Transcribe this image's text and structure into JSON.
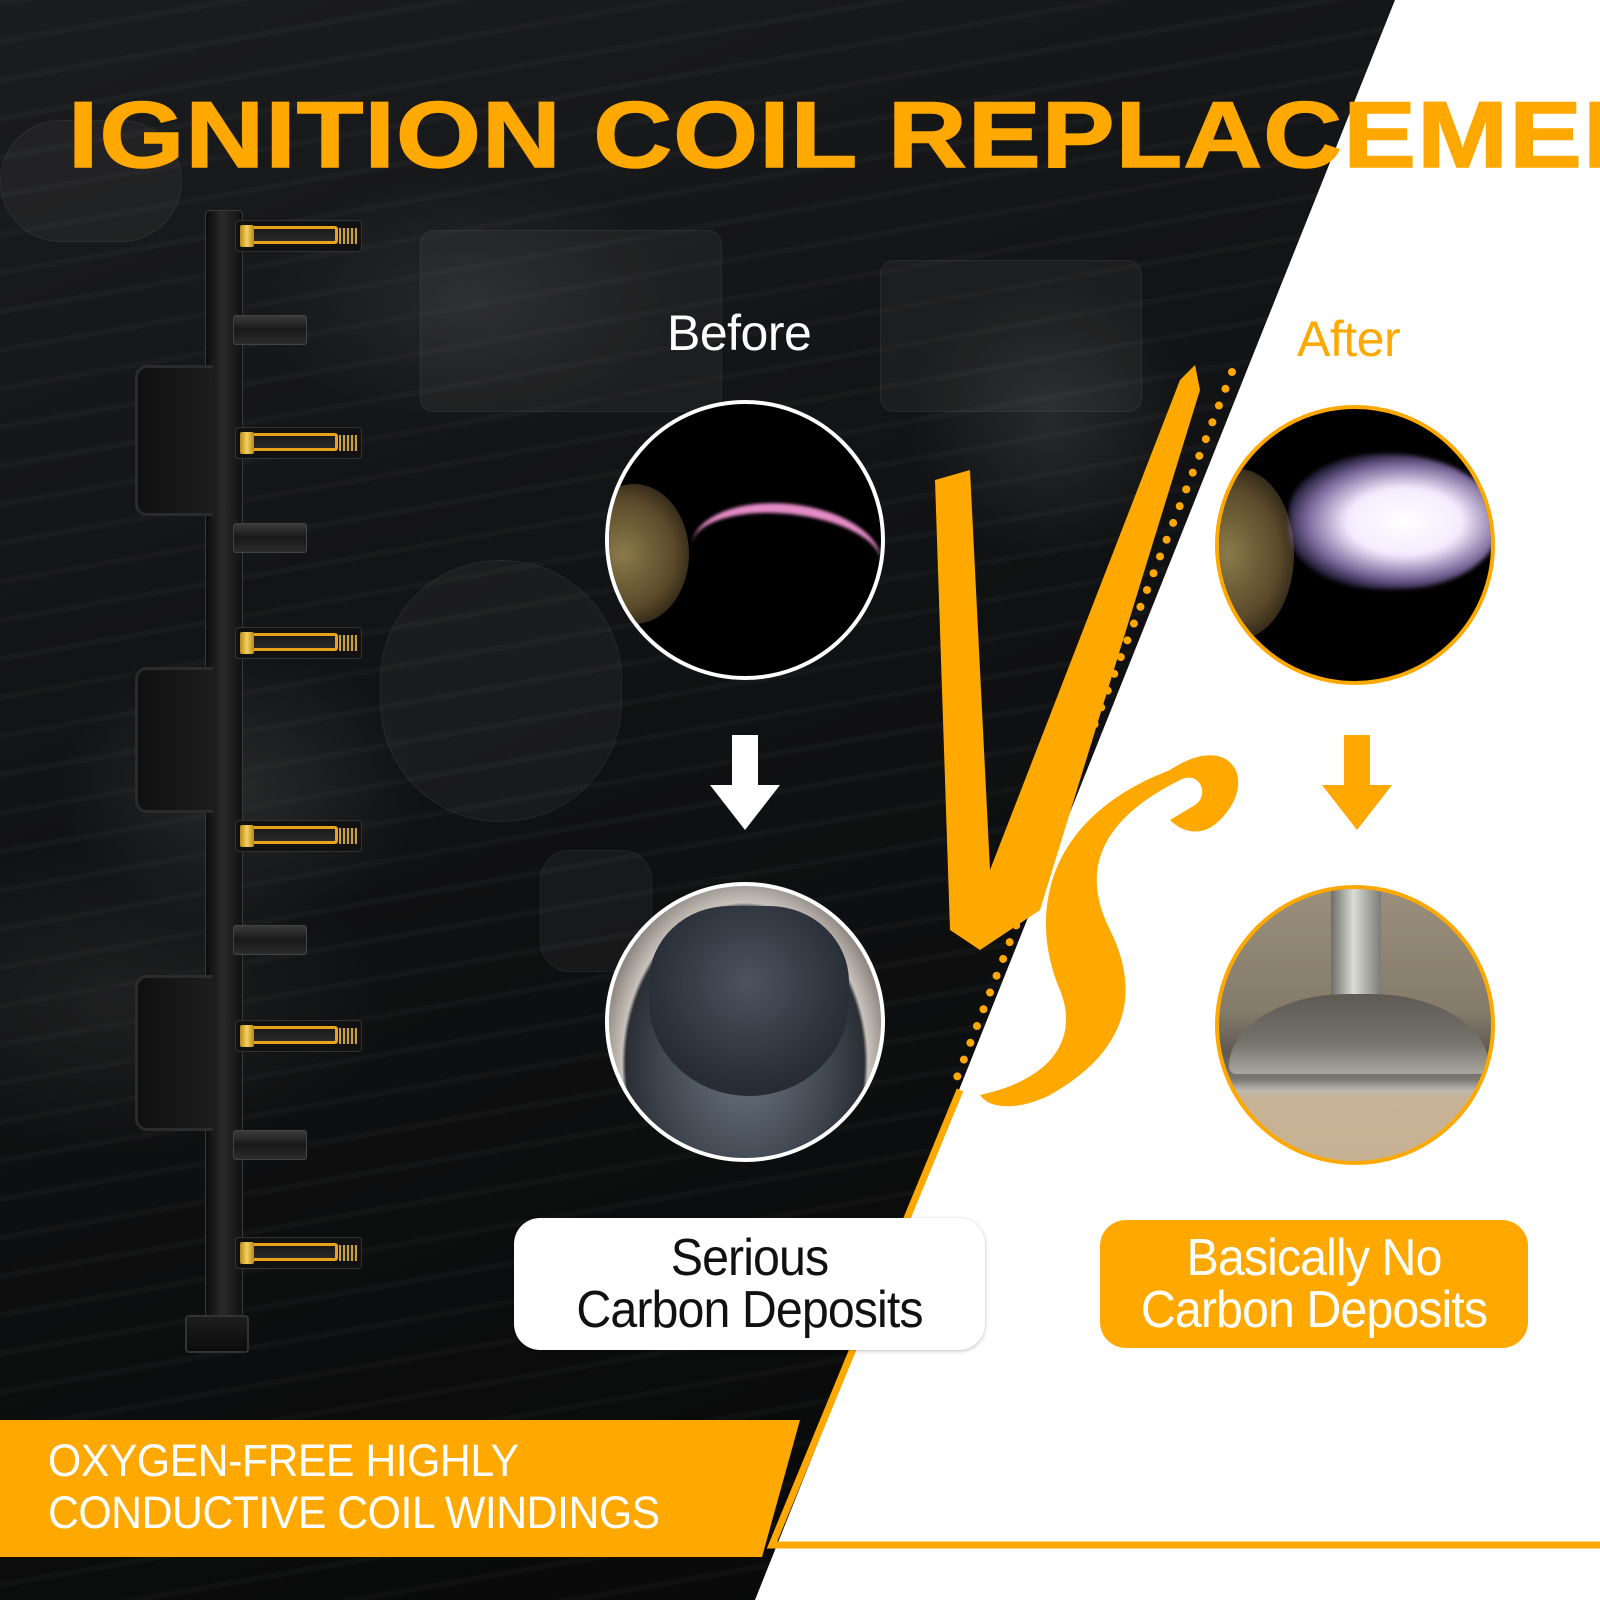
{
  "header": {
    "title": "IGNITION COIL REPLACEMENT"
  },
  "comparison": {
    "vs_label": "VS",
    "before": {
      "label": "Before",
      "spark_image": "weak-pink-spark-photo",
      "result_image": "heavy-carbon-deposit-photo",
      "caption_line1": "Serious",
      "caption_line2": "Carbon Deposits",
      "accent_color": "#FFFFFF"
    },
    "after": {
      "label": "After",
      "spark_image": "strong-white-blue-spark-photo",
      "result_image": "clean-valve-photo",
      "caption_line1": "Basically No",
      "caption_line2": "Carbon Deposits",
      "accent_color": "#FFA800"
    }
  },
  "feature_banner": {
    "line1": "OXYGEN-FREE HIGHLY",
    "line2": "CONDUCTIVE COIL WINDINGS"
  },
  "product": {
    "name": "ignition-coil-pack",
    "gold_boots": 6,
    "plain_boots": 4
  },
  "colors": {
    "brand_orange": "#FFA800",
    "dark_bg": "#0E0F10",
    "light_bg": "#FFFFFF",
    "text_dark": "#111111",
    "text_light": "#FFFFFF"
  }
}
